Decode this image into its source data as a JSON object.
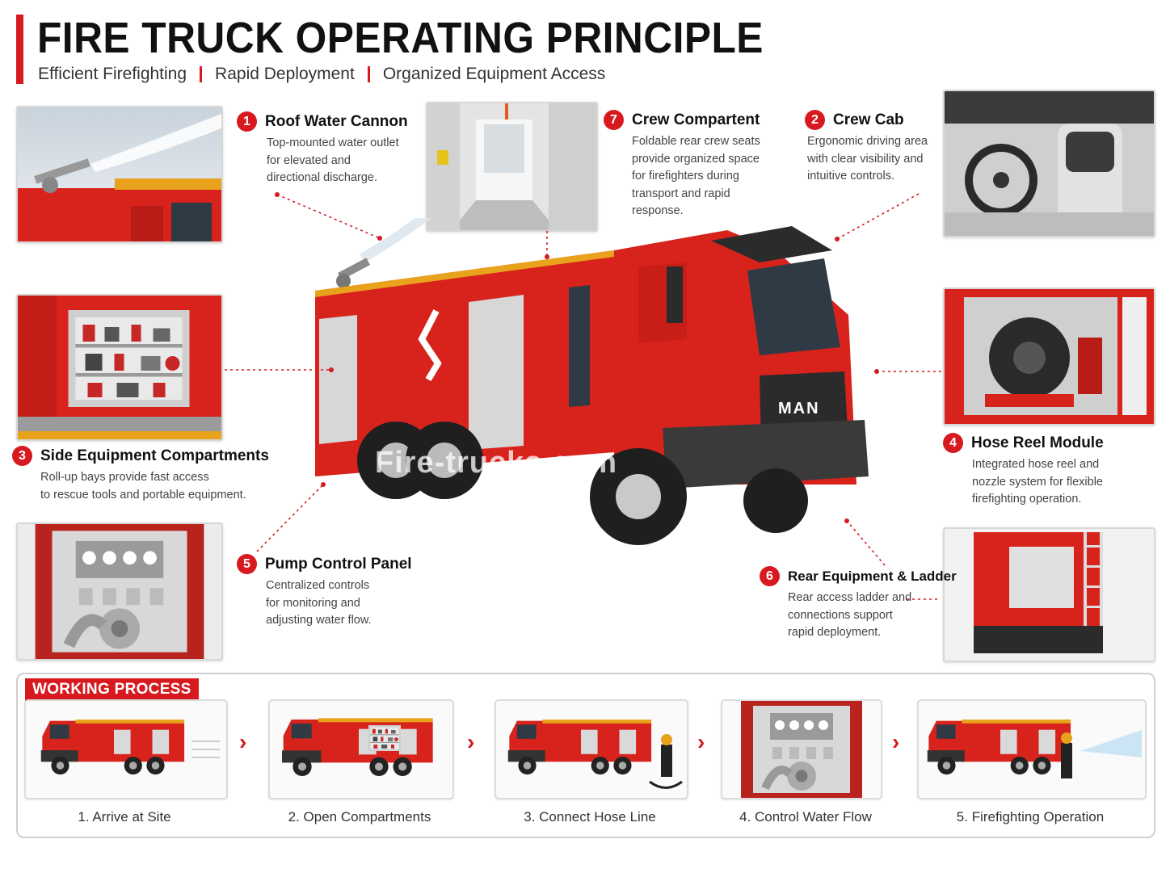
{
  "header": {
    "title": "FIRE TRUCK OPERATING PRINCIPLE",
    "subtitle_parts": [
      "Efficient Firefighting",
      "Rapid Deployment",
      "Organized Equipment Access"
    ]
  },
  "colors": {
    "accent": "#d71920",
    "truck_red": "#d8231c",
    "dark": "#2b2b2b"
  },
  "watermark": "Fire-trucks.com",
  "truck_badge": "MAN",
  "callouts": [
    {
      "number": "1",
      "title": "Roof Water Cannon",
      "desc": "Top-mounted water outlet\nfor elevated and\ndirectional discharge."
    },
    {
      "number": "2",
      "title": "Crew Cab",
      "desc": "Ergonomic driving area\nwith clear visibility and\nintuitive controls."
    },
    {
      "number": "3",
      "title": "Side Equipment Compartments",
      "desc": "Roll-up bays provide fast access\nto rescue tools and portable equipment."
    },
    {
      "number": "4",
      "title": "Hose Reel Module",
      "desc": "Integrated hose reel and\nnozzle system for flexible\nfirefighting operation."
    },
    {
      "number": "5",
      "title": "Pump Control Panel",
      "desc": "Centralized controls\nfor monitoring and\nadjusting water flow."
    },
    {
      "number": "6",
      "title": "Rear Equipment & Ladder",
      "desc": "Rear access ladder and\nconnections support\nrapid deployment."
    },
    {
      "number": "7",
      "title": "Crew Compartent",
      "desc": "Foldable rear crew seats\nprovide organized space\nfor firefighters during\ntransport and rapid\nresponse."
    }
  ],
  "working_process": {
    "label": "WORKING PROCESS",
    "arrow_glyph": "›",
    "steps": [
      "1. Arrive at Site",
      "2. Open Compartments",
      "3. Connect Hose Line",
      "4. Control Water Flow",
      "5. Firefighting Operation"
    ]
  }
}
